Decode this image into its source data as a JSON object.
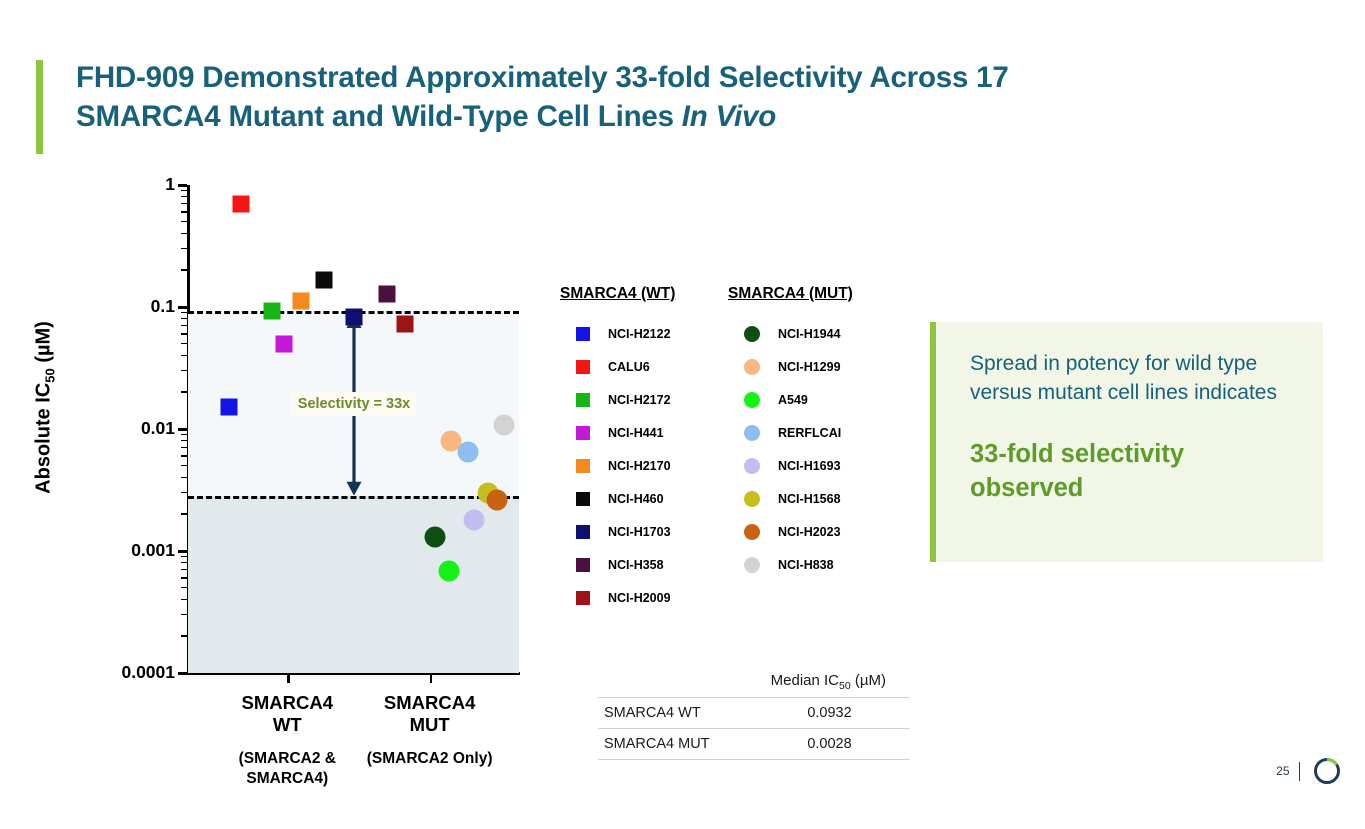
{
  "slide": {
    "title_line1": "FHD-909 Demonstrated Approximately 33-fold Selectivity Across 17",
    "title_line2_plain": "SMARCA4 Mutant and Wild-Type Cell Lines ",
    "title_line2_italic": "In Vivo",
    "accent_green": "#8CC63E",
    "title_color": "#17617A"
  },
  "callout": {
    "lead_text": "Spread in potency for wild type versus mutant cell lines indicates",
    "highlight_text": "33-fold selectivity observed",
    "bg": "#F1F6E6",
    "highlight_color": "#5E9B29"
  },
  "median_table": {
    "header": "Median IC50 (µM)",
    "header_prefix": "Median IC",
    "header_sub": "50",
    "header_suffix": " (µM)",
    "rows": [
      {
        "label": "SMARCA4 WT",
        "value": "0.0932"
      },
      {
        "label": "SMARCA4 MUT",
        "value": "0.0028"
      }
    ]
  },
  "legend": {
    "wt_header": "SMARCA4 (WT)",
    "mut_header": "SMARCA4 (MUT)",
    "wt_items": [
      {
        "label": "NCI-H2122",
        "color": "#1414E6"
      },
      {
        "label": "CALU6",
        "color": "#F61414"
      },
      {
        "label": "NCI-H2172",
        "color": "#16B616"
      },
      {
        "label": "NCI-H441",
        "color": "#C319D6"
      },
      {
        "label": "NCI-H2170",
        "color": "#F5881E"
      },
      {
        "label": "NCI-H460",
        "color": "#0A0A0A"
      },
      {
        "label": "NCI-H1703",
        "color": "#0D1070"
      },
      {
        "label": "NCI-H358",
        "color": "#4A1040"
      },
      {
        "label": "NCI-H2009",
        "color": "#9C1414"
      }
    ],
    "mut_items": [
      {
        "label": "NCI-H1944",
        "color": "#0D4F10"
      },
      {
        "label": "NCI-H1299",
        "color": "#FAB782"
      },
      {
        "label": "A549",
        "color": "#15F215"
      },
      {
        "label": "RERFLCAI",
        "color": "#8EBDF0"
      },
      {
        "label": "NCI-H1693",
        "color": "#C4BDF0"
      },
      {
        "label": "NCI-H1568",
        "color": "#C6BE1D"
      },
      {
        "label": "NCI-H2023",
        "color": "#C86314"
      },
      {
        "label": "NCI-H838",
        "color": "#D3D3D3"
      }
    ]
  },
  "chart_data": {
    "type": "scatter",
    "title": "",
    "xlabel": "",
    "ylabel": "Absolute IC50 (µM)",
    "ylabel_prefix": "Absolute IC",
    "ylabel_sub": "50",
    "ylabel_suffix": " (µM)",
    "yscale": "log",
    "ylim": [
      0.0001,
      1
    ],
    "ytick_labels": [
      "1",
      "0.1",
      "0.01",
      "0.001",
      "0.0001"
    ],
    "ytick_values": [
      1,
      0.1,
      0.01,
      0.001,
      0.0001
    ],
    "grid": false,
    "legend_position": "right",
    "categories": [
      "SMARCA4 WT",
      "SMARCA4 MUT"
    ],
    "category_sublabels": [
      "(SMARCA2 & SMARCA4)",
      "(SMARCA2 Only)"
    ],
    "category_line1": [
      "SMARCA4",
      "SMARCA4"
    ],
    "category_line2": [
      "WT",
      "MUT"
    ],
    "annotation": {
      "text": "Selectivity = 33x",
      "color": "#6E8B2B",
      "arrow_color": "#17344F",
      "from_value": 0.0932,
      "to_value": 0.0028
    },
    "reference_lines": [
      {
        "value": 0.0932,
        "style": "dashed",
        "color": "#000000"
      },
      {
        "value": 0.0028,
        "style": "dashed",
        "color": "#000000"
      }
    ],
    "shaded_bands": [
      {
        "from": 0.0932,
        "to": 0.0028,
        "color": "#F4F8FB"
      },
      {
        "from": 0.0028,
        "to": 0.0001,
        "color": "#E2E9EC"
      }
    ],
    "series": [
      {
        "name": "SMARCA4 WT",
        "marker": "square",
        "points": [
          {
            "label": "CALU6",
            "color": "#F61414",
            "x": 0.16,
            "y": 0.7
          },
          {
            "label": "NCI-H460",
            "color": "#0A0A0A",
            "x": 0.41,
            "y": 0.165
          },
          {
            "label": "NCI-H358",
            "color": "#4A1040",
            "x": 0.6,
            "y": 0.128
          },
          {
            "label": "NCI-H2170",
            "color": "#F5881E",
            "x": 0.34,
            "y": 0.112
          },
          {
            "label": "NCI-H2172",
            "color": "#16B616",
            "x": 0.255,
            "y": 0.0932
          },
          {
            "label": "NCI-H1703",
            "color": "#0D1070",
            "x": 0.5,
            "y": 0.083
          },
          {
            "label": "NCI-H2009",
            "color": "#9C1414",
            "x": 0.655,
            "y": 0.072
          },
          {
            "label": "NCI-H441",
            "color": "#C319D6",
            "x": 0.29,
            "y": 0.05
          },
          {
            "label": "NCI-H2122",
            "color": "#1414E6",
            "x": 0.125,
            "y": 0.0152
          }
        ]
      },
      {
        "name": "SMARCA4 MUT",
        "marker": "circle",
        "points": [
          {
            "label": "NCI-H838",
            "color": "#D3D3D3",
            "x": 0.955,
            "y": 0.0108
          },
          {
            "label": "NCI-H1299",
            "color": "#FAB782",
            "x": 0.795,
            "y": 0.0079
          },
          {
            "label": "RERFLCAI",
            "color": "#8EBDF0",
            "x": 0.845,
            "y": 0.0065
          },
          {
            "label": "NCI-H1568",
            "color": "#C6BE1D",
            "x": 0.905,
            "y": 0.003
          },
          {
            "label": "NCI-H2023",
            "color": "#C86314",
            "x": 0.935,
            "y": 0.0026
          },
          {
            "label": "NCI-H1693",
            "color": "#C4BDF0",
            "x": 0.865,
            "y": 0.0018
          },
          {
            "label": "NCI-H1944",
            "color": "#0D4F10",
            "x": 0.745,
            "y": 0.0013
          },
          {
            "label": "A549",
            "color": "#15F215",
            "x": 0.79,
            "y": 0.00068
          }
        ]
      }
    ]
  },
  "footer": {
    "page_number": "25"
  }
}
